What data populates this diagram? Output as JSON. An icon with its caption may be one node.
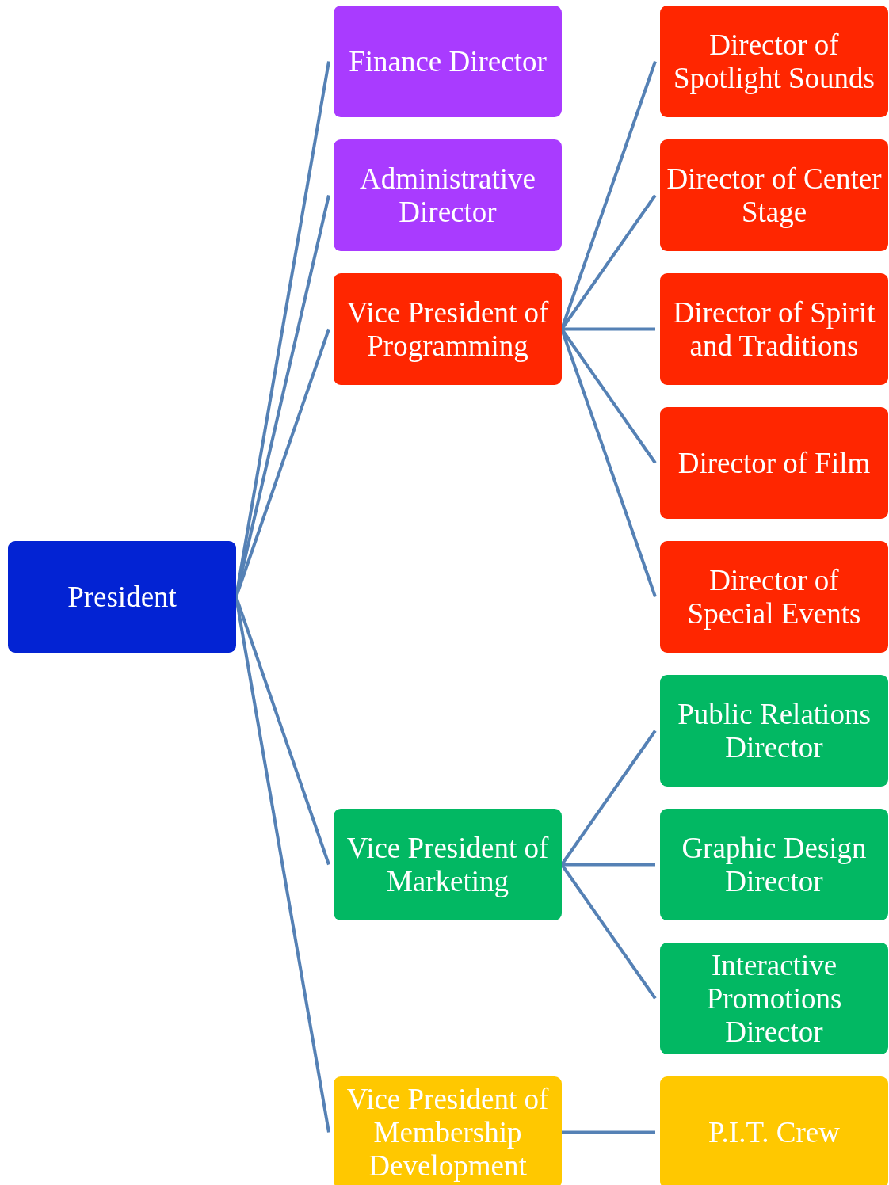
{
  "diagram": {
    "nodes": [
      {
        "text": [
          "President"
        ]
      },
      {
        "text": [
          "Finance Director"
        ]
      },
      {
        "text": [
          "Administrative Director"
        ]
      },
      {
        "text": [
          "Vice President of Programming"
        ]
      },
      {
        "text": [
          "Vice President of Marketing"
        ]
      },
      {
        "text": [
          "Vice President of Membership Development"
        ]
      },
      {
        "text": [
          "Director of Spotlight Sounds"
        ]
      },
      {
        "text": [
          "Director of Center Stage"
        ]
      },
      {
        "text": [
          "Director of Spirit and Traditions"
        ]
      },
      {
        "text": [
          "Director of Film"
        ]
      },
      {
        "text": [
          "Director of Special Events"
        ]
      },
      {
        "text": [
          "Public Relations Director"
        ]
      },
      {
        "text": [
          "Graphic Design Director"
        ]
      },
      {
        "text": [
          "Interactive Promotions Director"
        ]
      },
      {
        "text": [
          "P.I.T. Crew"
        ]
      }
    ],
    "edges": [
      {
        "from": 0,
        "to": 1,
        "arrow": "none"
      },
      {
        "from": 0,
        "to": 2,
        "arrow": "none"
      },
      {
        "from": 0,
        "to": 3,
        "arrow": "none"
      },
      {
        "from": 0,
        "to": 4,
        "arrow": "none"
      },
      {
        "from": 0,
        "to": 5,
        "arrow": "none"
      },
      {
        "from": 3,
        "to": 6,
        "arrow": "none"
      },
      {
        "from": 3,
        "to": 7,
        "arrow": "none"
      },
      {
        "from": 3,
        "to": 8,
        "arrow": "none"
      },
      {
        "from": 3,
        "to": 9,
        "arrow": "none"
      },
      {
        "from": 3,
        "to": 10,
        "arrow": "none"
      },
      {
        "from": 4,
        "to": 11,
        "arrow": "none"
      },
      {
        "from": 4,
        "to": 12,
        "arrow": "none"
      },
      {
        "from": 4,
        "to": 13,
        "arrow": "none"
      },
      {
        "from": 5,
        "to": 14,
        "arrow": "none"
      }
    ]
  }
}
